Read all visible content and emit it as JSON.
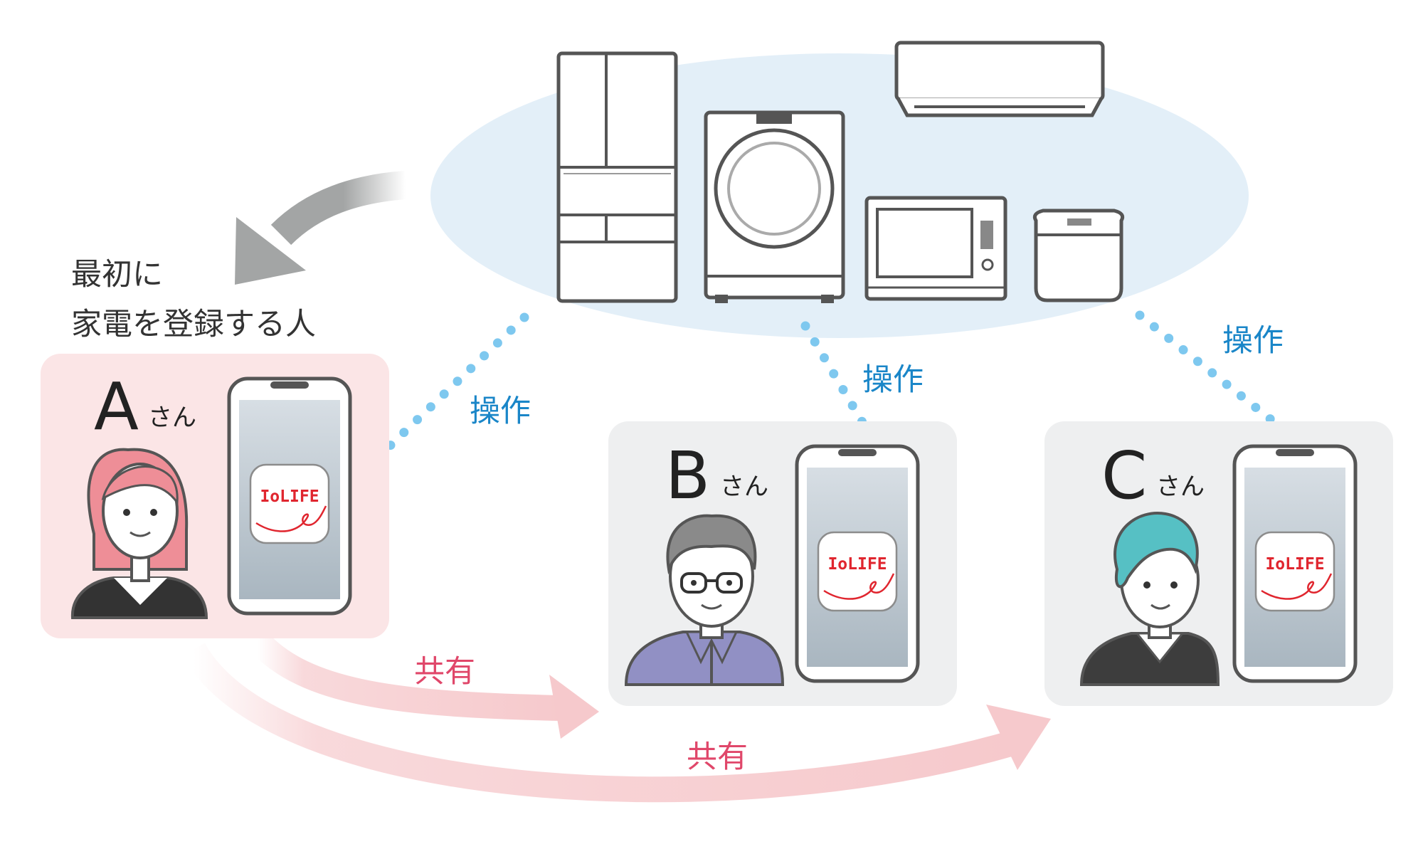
{
  "registrant_note": {
    "line1": "最初に",
    "line2": "家電を登録する人"
  },
  "operate_label": "操作",
  "share_label": "共有",
  "app_name": "IoLIFE",
  "users": [
    {
      "letter": "A",
      "suffix": "さん"
    },
    {
      "letter": "B",
      "suffix": "さん"
    },
    {
      "letter": "C",
      "suffix": "さん"
    }
  ],
  "colors": {
    "appliance_cloud": "#e3eff8",
    "operate_text": "#1a86c8",
    "operate_dots": "#7ec8ef",
    "share_text": "#e0476a",
    "share_arrow": "#f6c9cc",
    "card_a": "#fbe5e6",
    "card_gray": "#eeeff0",
    "app_red": "#e0262f",
    "gray_arrow": "#a3a5a5",
    "outline": "#555555"
  },
  "icons": [
    "refrigerator-icon",
    "washing-machine-icon",
    "air-conditioner-icon",
    "microwave-icon",
    "rice-cooker-icon",
    "smartphone-icon",
    "person-icon"
  ]
}
